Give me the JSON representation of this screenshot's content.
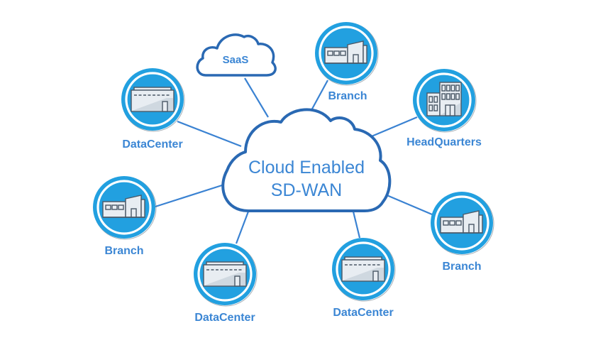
{
  "diagram": {
    "title_line1": "Cloud Enabled",
    "title_line2": "SD-WAN",
    "colors": {
      "text": "#3b86d4",
      "link": "#3a82d2",
      "cloud_outline": "#2a69b3",
      "node_fill": "#22a0e0"
    },
    "saas": {
      "label": "SaaS",
      "icon": "cloud-icon"
    },
    "nodes": [
      {
        "id": "datacenter-top-left",
        "label": "DataCenter",
        "icon": "datacenter-icon"
      },
      {
        "id": "branch-top",
        "label": "Branch",
        "icon": "branch-office-icon"
      },
      {
        "id": "headquarters",
        "label": "HeadQuarters",
        "icon": "headquarters-building-icon"
      },
      {
        "id": "branch-left",
        "label": "Branch",
        "icon": "branch-office-icon"
      },
      {
        "id": "branch-right",
        "label": "Branch",
        "icon": "branch-office-icon"
      },
      {
        "id": "datacenter-bottom-left",
        "label": "DataCenter",
        "icon": "datacenter-icon"
      },
      {
        "id": "datacenter-bottom-right",
        "label": "DataCenter",
        "icon": "datacenter-icon"
      }
    ]
  }
}
